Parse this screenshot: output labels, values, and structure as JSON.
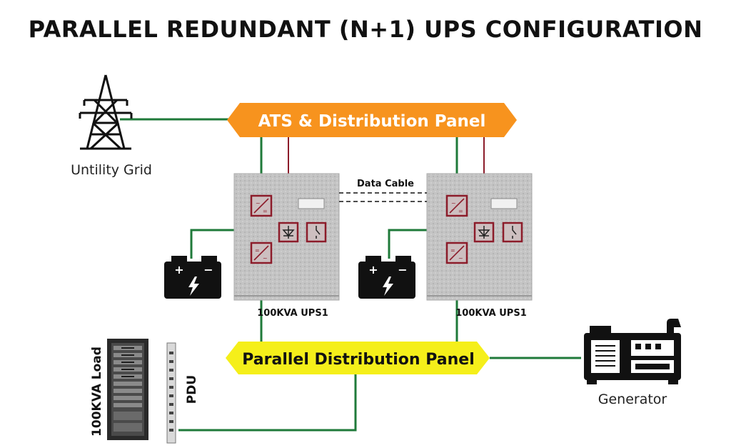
{
  "title": "PARALLEL REDUNDANT (N+1) UPS CONFIGURATION",
  "labels": {
    "grid": "Untility Grid",
    "ats_panel": "ATS & Distribution Panel",
    "data_cable": "Data Cable",
    "ups1": "100KVA UPS1",
    "ups2": "100KVA UPS1",
    "parallel_panel": "Parallel Distribution Panel",
    "load": "100KVA Load",
    "pdu": "PDU",
    "generator": "Generator"
  },
  "colors": {
    "power_line": "#1f7a3a",
    "bypass_line": "#8c1c2a",
    "ats_panel": "#f7931e",
    "parallel_panel": "#f5ef1a",
    "ups_cabinet": "#bdbdbd"
  },
  "icons": {
    "grid": "transmission-tower-icon",
    "battery": "battery-icon",
    "rectifier": "rectifier-icon",
    "inverter": "inverter-icon",
    "static_switch": "static-switch-icon",
    "bypass_switch": "bypass-switch-icon",
    "generator": "generator-icon",
    "rack": "server-rack-icon"
  }
}
